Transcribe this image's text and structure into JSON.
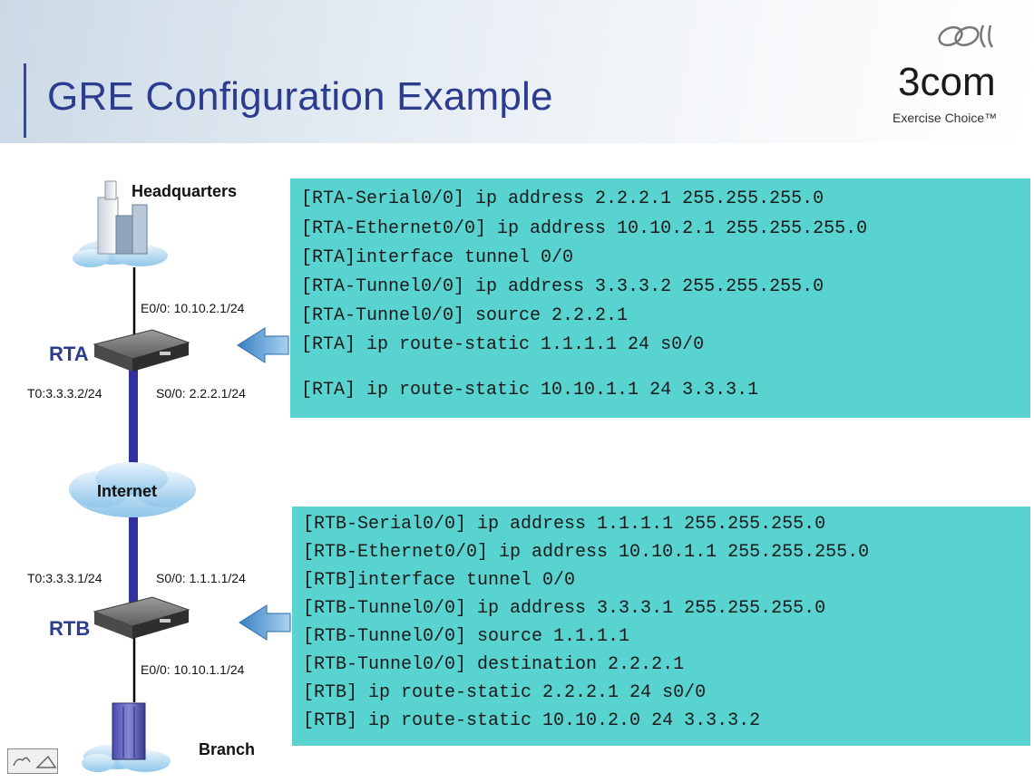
{
  "slide": {
    "title": "GRE Configuration Example",
    "logo": {
      "name": "3COM",
      "wordmark": "3com",
      "tagline": "Exercise Choice™"
    }
  },
  "diagram": {
    "sites": {
      "headquarters": "Headquarters",
      "internet": "Internet",
      "branch": "Branch"
    },
    "routers": {
      "rta": {
        "name": "RTA",
        "ethernet": "E0/0: 10.10.2.1/24",
        "tunnel": "T0:3.3.3.2/24",
        "serial": "S0/0: 2.2.2.1/24"
      },
      "rtb": {
        "name": "RTB",
        "ethernet": "E0/0: 10.10.1.1/24",
        "tunnel": "T0:3.3.3.1/24",
        "serial": "S0/0: 1.1.1.1/24"
      }
    }
  },
  "config": {
    "rta": [
      "[RTA-Serial0/0] ip address 2.2.2.1 255.255.255.0",
      "[RTA-Ethernet0/0] ip address 10.10.2.1 255.255.255.0",
      "[RTA]interface tunnel 0/0",
      "[RTA-Tunnel0/0] ip address 3.3.3.2 255.255.255.0",
      "[RTA-Tunnel0/0] source 2.2.2.1",
      "[RTA] ip route-static 1.1.1.1 24 s0/0",
      "[RTA] ip route-static 10.10.1.1 24 3.3.3.1"
    ],
    "rtb": [
      "[RTB-Serial0/0] ip address 1.1.1.1 255.255.255.0",
      "[RTB-Ethernet0/0] ip address 10.10.1.1 255.255.255.0",
      "[RTB]interface tunnel 0/0",
      "[RTB-Tunnel0/0] ip address 3.3.3.1 255.255.255.0",
      "[RTB-Tunnel0/0] source 1.1.1.1",
      "[RTB-Tunnel0/0] destination 2.2.2.1",
      "[RTB] ip route-static 2.2.2.1 24 s0/0",
      "[RTB] ip route-static 10.10.2.0 24 3.3.3.2"
    ]
  },
  "colors": {
    "title": "#2c3c8f",
    "config_bg": "#58d3cf",
    "tunnel_link": "#3030a0",
    "arrow": "#5a9bd6"
  }
}
